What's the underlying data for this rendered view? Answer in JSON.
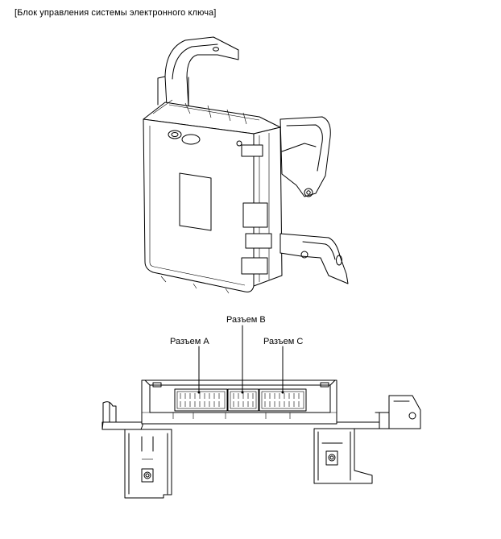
{
  "caption": "[Блок управления системы электронного ключа]",
  "connectors": {
    "a": "Разъем A",
    "b": "Разъем B",
    "c": "Разъем C"
  }
}
